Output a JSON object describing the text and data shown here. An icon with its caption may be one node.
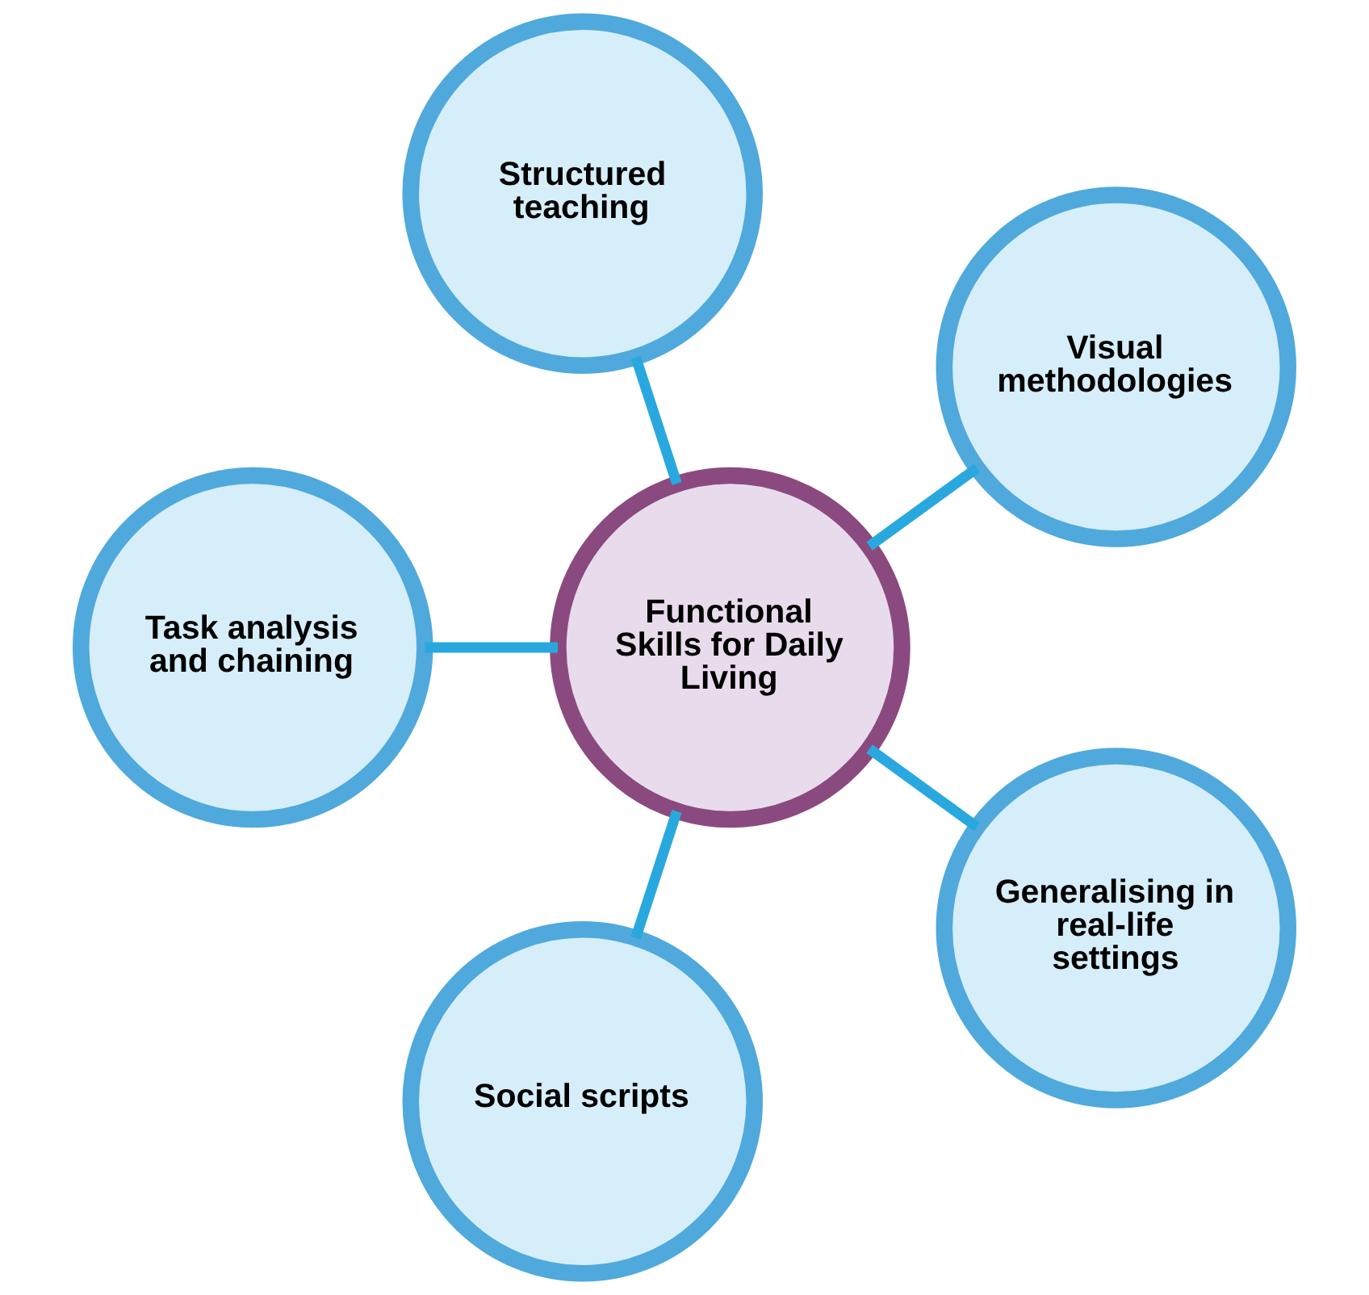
{
  "diagram": {
    "nodes": [
      {
        "text": [
          "Functional Skills for Daily Living"
        ]
      },
      {
        "text": [
          "Visual methodologies"
        ]
      },
      {
        "text": [
          "Structured teaching"
        ]
      },
      {
        "text": [
          "Task analysis and chaining"
        ]
      },
      {
        "text": [
          "Social scripts"
        ]
      },
      {
        "text": [
          "Generalising in real-life settings"
        ]
      }
    ],
    "edges": [
      {
        "from": 0,
        "to": 1,
        "arrow": "none"
      },
      {
        "from": 0,
        "to": 2,
        "arrow": "none"
      },
      {
        "from": 0,
        "to": 3,
        "arrow": "none"
      },
      {
        "from": 0,
        "to": 4,
        "arrow": "none"
      },
      {
        "from": 0,
        "to": 5,
        "arrow": "none"
      }
    ]
  }
}
